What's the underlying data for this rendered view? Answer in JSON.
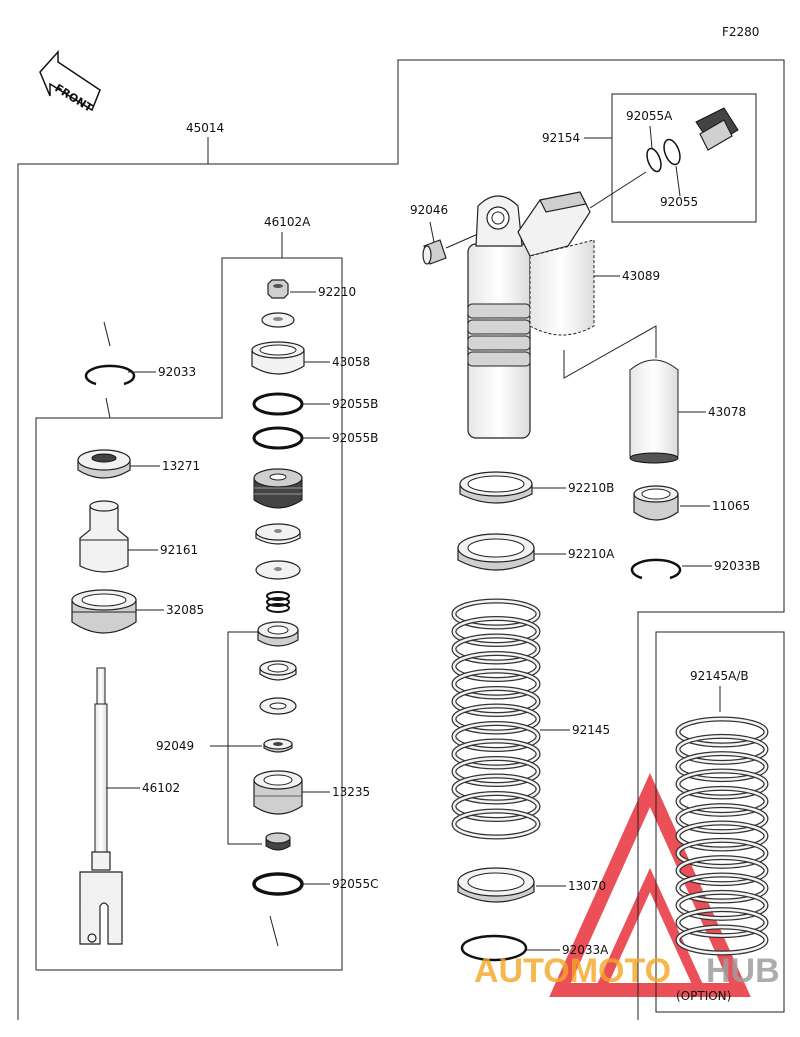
{
  "diagram_code": "F2280",
  "front_label": "FRONT",
  "option_label": "(OPTION)",
  "watermark": {
    "text_a": "AUTOMOTO",
    "text_b": "HUB",
    "color_red": "#e8323c",
    "color_orange": "#f5a623",
    "color_gray": "#9e9e9e"
  },
  "parts": {
    "p45014": "45014",
    "p46102A": "46102A",
    "p92210": "92210",
    "p43058": "43058",
    "p92055B_1": "92055B",
    "p92055B_2": "92055B",
    "p92033": "92033",
    "p13271": "13271",
    "p92161": "92161",
    "p32085": "32085",
    "p46102": "46102",
    "p92049": "92049",
    "p13235": "13235",
    "p92055C": "92055C",
    "p92154": "92154",
    "p92055A": "92055A",
    "p92055": "92055",
    "p92046": "92046",
    "p43089": "43089",
    "p43078": "43078",
    "p92210B": "92210B",
    "p11065": "11065",
    "p92210A": "92210A",
    "p92033B": "92033B",
    "p92145": "92145",
    "p13070": "13070",
    "p92033A": "92033A",
    "p92145AB": "92145A/B"
  }
}
